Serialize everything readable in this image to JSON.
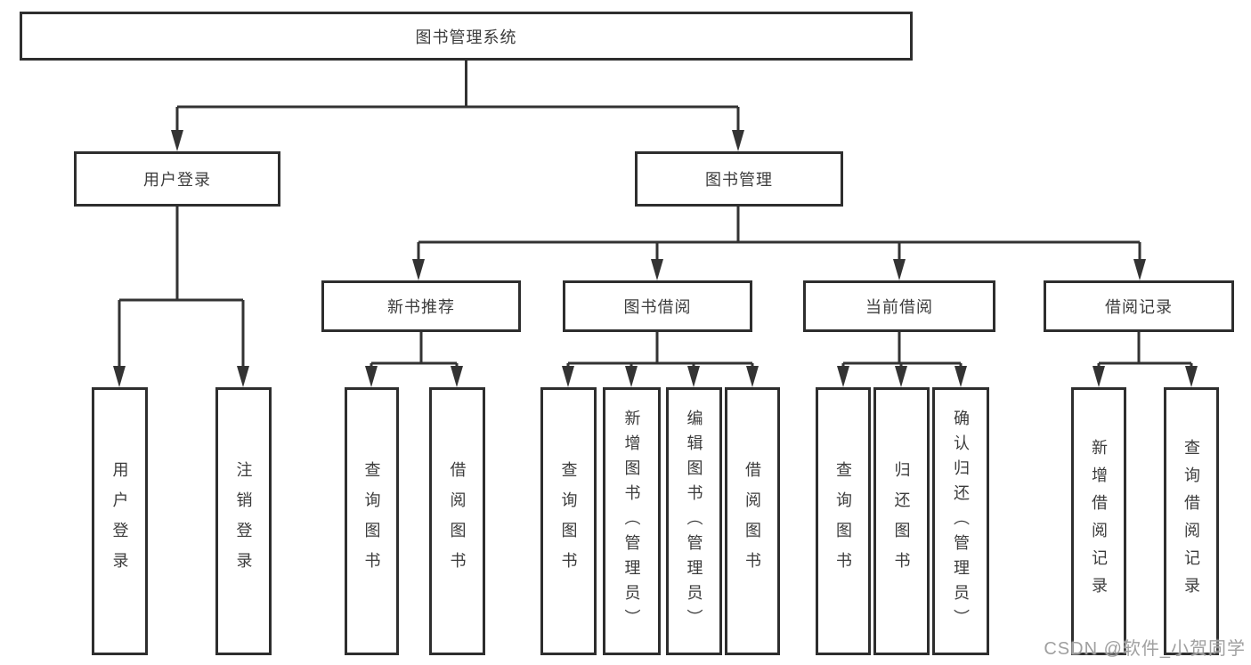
{
  "nodes": {
    "root": "图书管理系统",
    "level2": [
      "用户登录",
      "图书管理"
    ],
    "level3": [
      "新书推荐",
      "图书借阅",
      "当前借阅",
      "借阅记录"
    ],
    "leaves": [
      "用户登录",
      "注销登录",
      "查询图书",
      "借阅图书",
      "查询图书",
      "新增图书（管理员）",
      "编辑图书（管理员）",
      "借阅图书",
      "查询图书",
      "归还图书",
      "确认归还（管理员）",
      "新增借阅记录",
      "查询借阅记录"
    ]
  },
  "watermark": "CSDN @软件_小贺同学",
  "colors": {
    "line": "#333333",
    "box_border": "#2e2e2e",
    "text": "#3c3c3c",
    "watermark": "#a0a0a0",
    "background": "#ffffff"
  }
}
